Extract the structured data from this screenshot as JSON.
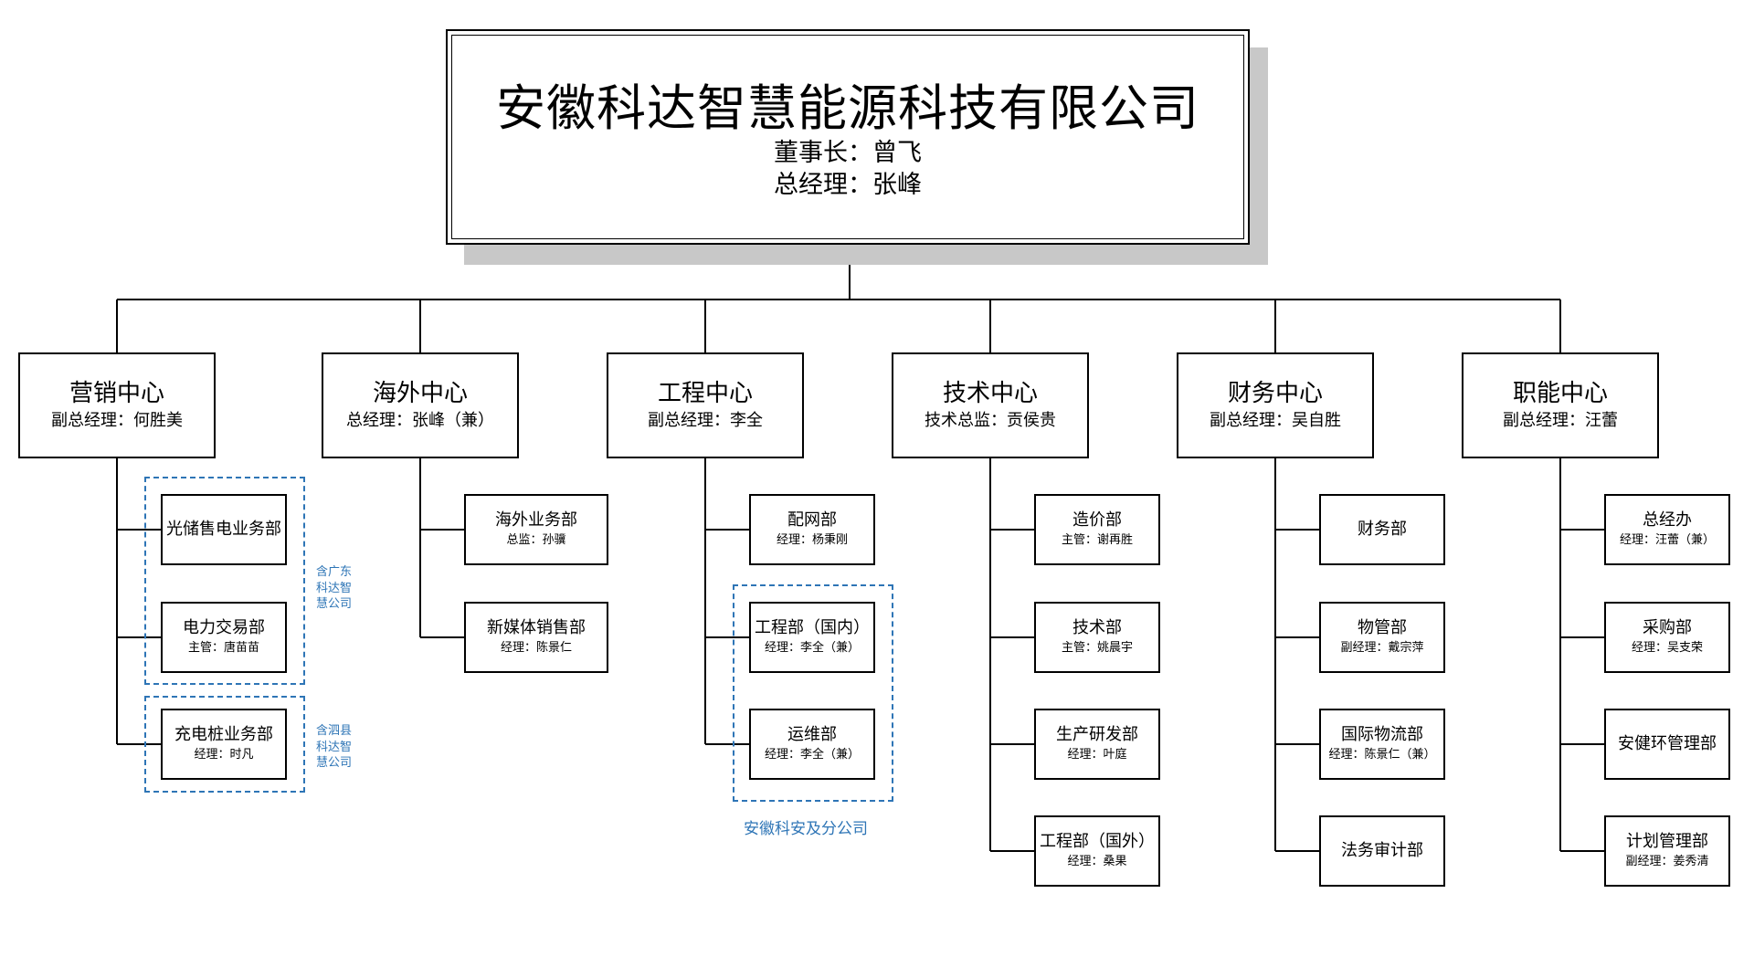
{
  "company": {
    "name": "安徽科达智慧能源科技有限公司",
    "chairman": "董事长：曾飞",
    "general_manager": "总经理：张峰"
  },
  "centers": [
    {
      "title": "营销中心",
      "subtitle": "副总经理：何胜美",
      "departments": [
        {
          "title": "光储售电业务部",
          "subtitle": ""
        },
        {
          "title": "电力交易部",
          "subtitle": "主管：唐苗苗"
        },
        {
          "title": "充电桩业务部",
          "subtitle": "经理：时凡"
        }
      ]
    },
    {
      "title": "海外中心",
      "subtitle": "总经理：张峰（兼）",
      "departments": [
        {
          "title": "海外业务部",
          "subtitle": "总监：孙骥"
        },
        {
          "title": "新媒体销售部",
          "subtitle": "经理：陈景仁"
        }
      ]
    },
    {
      "title": "工程中心",
      "subtitle": "副总经理：李全",
      "departments": [
        {
          "title": "配网部",
          "subtitle": "经理：杨秉刚"
        },
        {
          "title": "工程部（国内）",
          "subtitle": "经理：李全（兼）"
        },
        {
          "title": "运维部",
          "subtitle": "经理：李全（兼）"
        }
      ]
    },
    {
      "title": "技术中心",
      "subtitle": "技术总监：贡侯贵",
      "departments": [
        {
          "title": "造价部",
          "subtitle": "主管：谢再胜"
        },
        {
          "title": "技术部",
          "subtitle": "主管：姚晨宇"
        },
        {
          "title": "生产研发部",
          "subtitle": "经理：叶庭"
        },
        {
          "title": "工程部（国外）",
          "subtitle": "经理：桑果"
        }
      ]
    },
    {
      "title": "财务中心",
      "subtitle": "副总经理：吴自胜",
      "departments": [
        {
          "title": "财务部",
          "subtitle": ""
        },
        {
          "title": "物管部",
          "subtitle": "副经理：戴宗萍"
        },
        {
          "title": "国际物流部",
          "subtitle": "经理：陈景仁（兼）"
        },
        {
          "title": "法务审计部",
          "subtitle": ""
        }
      ]
    },
    {
      "title": "职能中心",
      "subtitle": "副总经理：汪蕾",
      "departments": [
        {
          "title": "总经办",
          "subtitle": "经理：汪蕾（兼）"
        },
        {
          "title": "采购部",
          "subtitle": "经理：吴支荣"
        },
        {
          "title": "安健环管理部",
          "subtitle": ""
        },
        {
          "title": "计划管理部",
          "subtitle": "副经理：姜秀清"
        }
      ]
    }
  ],
  "groups": [
    {
      "note_lines": [
        "含广东",
        "科达智",
        "慧公司"
      ]
    },
    {
      "note_lines": [
        "含泗县",
        "科达智",
        "慧公司"
      ]
    },
    {
      "note_lines": [
        "安徽科安及分公司"
      ]
    }
  ],
  "colors": {
    "line": "#000000",
    "group_border": "#2e75b6",
    "shadow": "#c8c8c8"
  }
}
